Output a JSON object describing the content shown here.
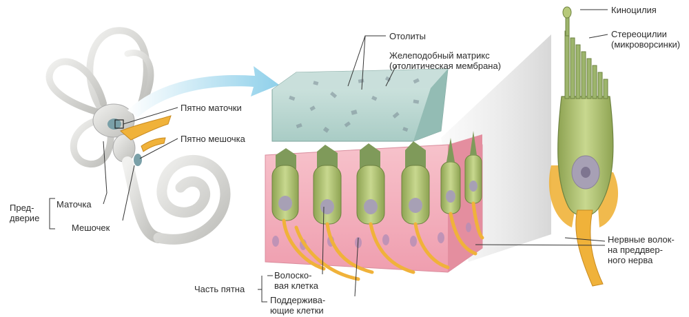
{
  "labels": {
    "spot_utricle": "Пятно маточки",
    "spot_saccule": "Пятно мешочка",
    "vestibule": [
      "Пред-",
      "дверие"
    ],
    "utricle": "Маточка",
    "saccule": "Мешочек",
    "otoliths": "Отолиты",
    "gel_matrix": [
      "Желеподобный матрикс",
      "(отолитическая мембрана)"
    ],
    "kinocilium": "Киноцилия",
    "stereocilia": [
      "Стереоцилии",
      "(микроворсинки)"
    ],
    "nerve_fibers": [
      "Нервные волок-",
      "на преддвер-",
      "ного нерва"
    ],
    "macula_part": "Часть пятна",
    "hair_cell": [
      "Волоско-",
      "вая клетка"
    ],
    "supporting_cells": [
      "Поддержива-",
      "ющие клетки"
    ]
  },
  "colors": {
    "labyrinth": "#d9d9d6",
    "arrow": "#8fd0ea",
    "nerve": "#f0b23a",
    "epithelium": "#f2a9b6",
    "gel": "#b9d7d1",
    "hair_cell": "#b7c97a",
    "nucleus": "#a7a0b5",
    "cilia": "#7f9a5a",
    "label_line": "#333333"
  }
}
